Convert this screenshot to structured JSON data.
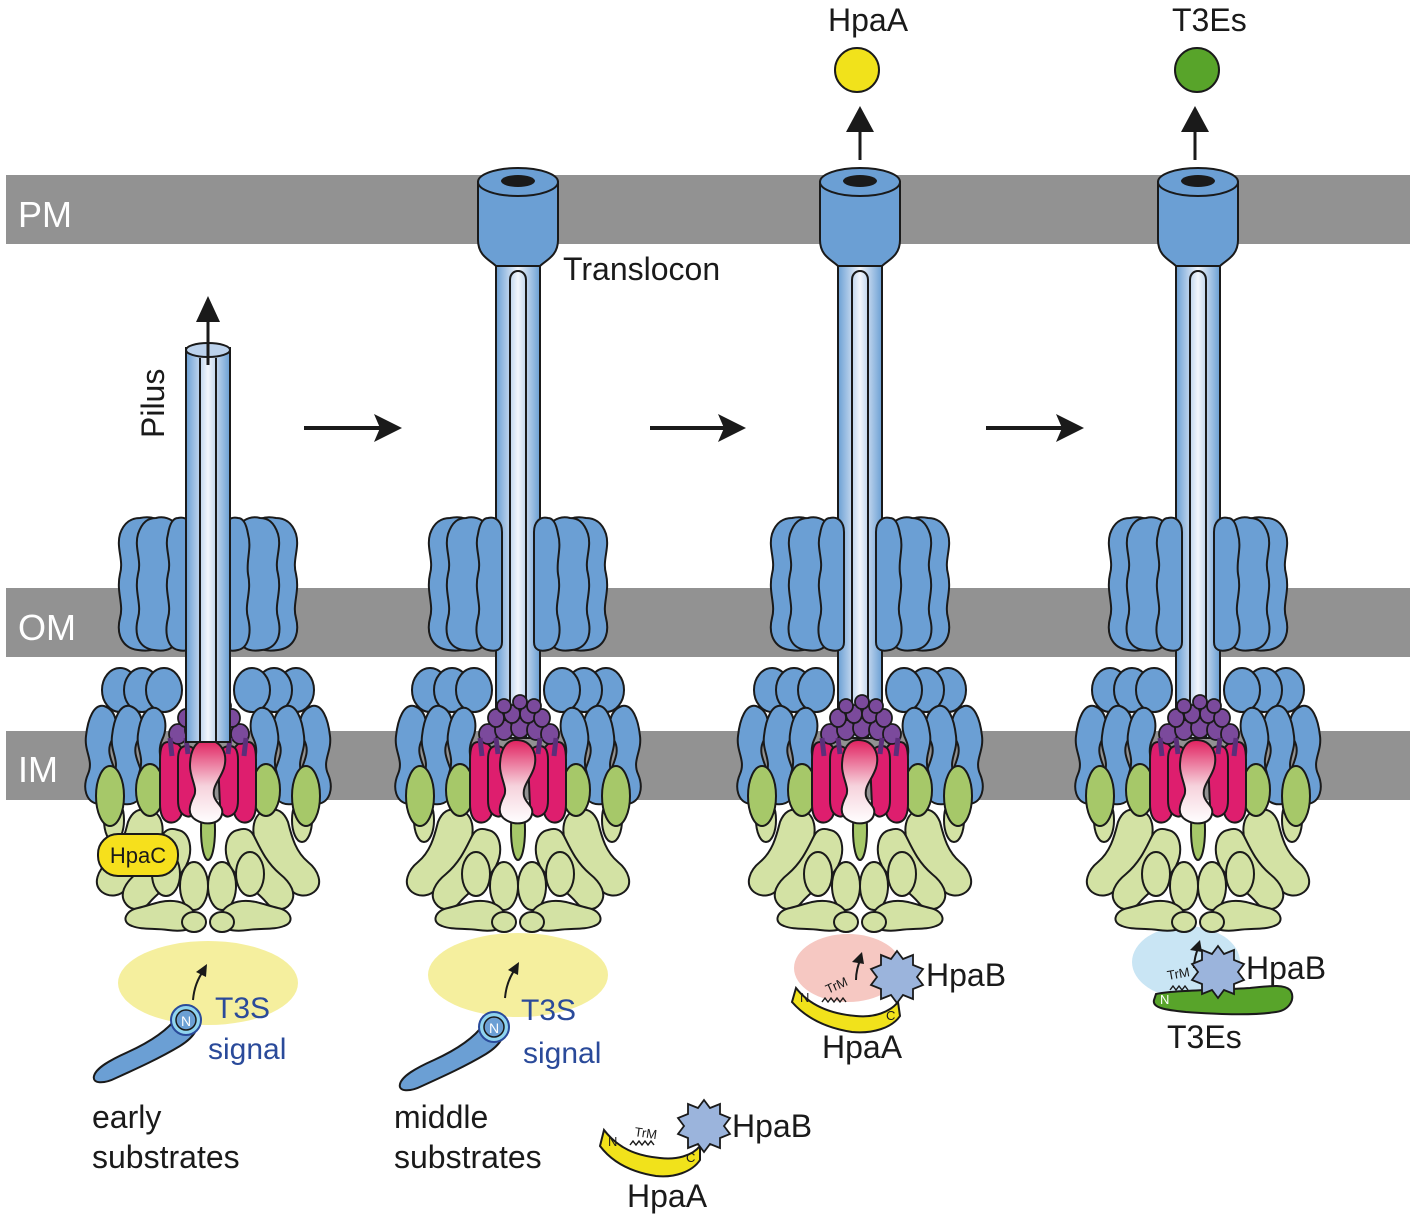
{
  "membranes": {
    "pm": "PM",
    "om": "OM",
    "im": "IM"
  },
  "labels": {
    "pilus": "Pilus",
    "translocon": "Translocon",
    "hpac": "HpaC",
    "t3s": "T3S",
    "signal": "signal",
    "early_1": "early",
    "early_2": "substrates",
    "middle_1": "middle",
    "middle_2": "substrates",
    "hpaa": "HpaA",
    "hpab": "HpaB",
    "t3es": "T3Es",
    "trm": "TrM",
    "n": "N",
    "c": "C"
  },
  "colors": {
    "membrane": "#929292",
    "machine_blue": "#6b9fd4",
    "outline": "#1a1a1a",
    "green": "#a6c869",
    "light_green": "#d3e2a4",
    "magenta": "#de1e6e",
    "purple": "#7b4a9c",
    "hpac_yellow": "#f6e01c",
    "hpaa_yellow": "#f1e21b",
    "t3es_green": "#58a42a",
    "hpab_blue": "#9bb4dc",
    "label_blue": "#2a4a9a",
    "yellow_halo": "#f5ef9e",
    "pink_halo": "#f6c8c2",
    "blue_halo": "#c9e5f4"
  }
}
